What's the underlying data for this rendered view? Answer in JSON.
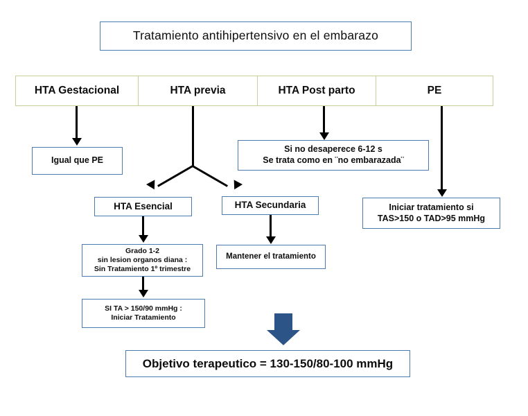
{
  "title": {
    "text": "Tratamiento  antihipertensivo en el embarazo"
  },
  "categories": [
    {
      "label": "HTA  Gestacional"
    },
    {
      "label": "HTA previa"
    },
    {
      "label": "HTA Post parto"
    },
    {
      "label": "PE"
    }
  ],
  "boxes": {
    "igual_pe": {
      "line1": "Igual que  PE"
    },
    "si_no": {
      "line1": "Si no desaperece 6-12 s",
      "line2": "Se trata como en ¨no embarazada¨"
    },
    "iniciar_pe": {
      "line1": "Iniciar tratamiento si",
      "line2": "TAS>150 o TAD>95 mmHg"
    },
    "esencial": {
      "line1": "HTA  Esencial"
    },
    "secundaria": {
      "line1": "HTA Secundaria"
    },
    "grado": {
      "line1": "Grado 1-2",
      "line2": "sin lesion  organos diana :",
      "line3": "Sin Tratamiento 1º trimestre"
    },
    "si_ta": {
      "line1": "SI TA > 150/90  mmHg :",
      "line2": "Iniciar Tratamiento"
    },
    "mantener": {
      "line1": "Mantener el tratamiento"
    },
    "objetivo": {
      "line1": "Objetivo terapeutico = 130-150/80-100 mmHg"
    }
  },
  "colors": {
    "box_border_blue": "#4a7ab0",
    "category_border_green": "#c5cf9a",
    "connector_black": "#000000",
    "big_arrow_blue": "#2c5486",
    "background": "#ffffff"
  }
}
